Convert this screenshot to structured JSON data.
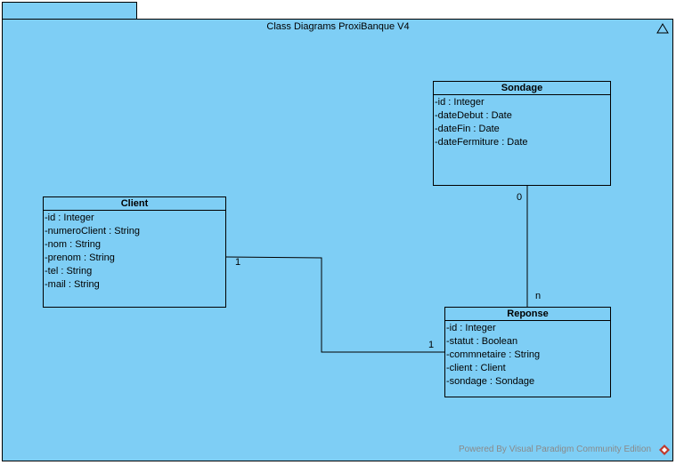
{
  "diagram": {
    "title": "Class Diagrams ProxiBanque V4",
    "package_icon": "triangle-icon",
    "classes": {
      "client": {
        "name": "Client",
        "attributes": [
          "-id : Integer",
          "-numeroClient : String",
          "-nom : String",
          "-prenom : String",
          "-tel : String",
          "-mail : String"
        ]
      },
      "sondage": {
        "name": "Sondage",
        "attributes": [
          "-id : Integer",
          "-dateDebut : Date",
          "-dateFin : Date",
          "-dateFermiture : Date"
        ]
      },
      "reponse": {
        "name": "Reponse",
        "attributes": [
          "-id : Integer",
          "-statut : Boolean",
          "-commnetaire : String",
          "-client : Client",
          "-sondage : Sondage"
        ]
      }
    },
    "associations": {
      "client_reponse": {
        "client_end": "1",
        "reponse_end": "1"
      },
      "sondage_reponse": {
        "sondage_end": "0",
        "reponse_end": "n"
      }
    },
    "footer": "Powered By  Visual Paradigm Community Edition",
    "footer_icon": "visual-paradigm-logo-icon",
    "colors": {
      "fill": "#7ecef5",
      "stroke": "#000000",
      "footer_text": "#8a8a8a",
      "logo": "#c0392b"
    }
  }
}
